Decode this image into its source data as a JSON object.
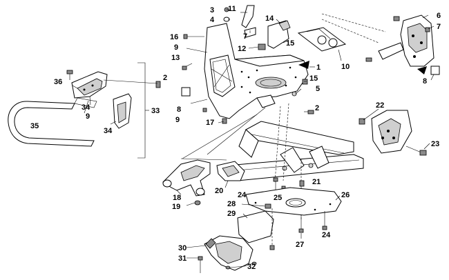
{
  "callouts": {
    "c1": "1",
    "c2a": "2",
    "c2b": "2",
    "c3": "3",
    "c4": "4",
    "c5": "5",
    "c6": "6",
    "c7a": "7",
    "c7b": "7",
    "c8a": "8",
    "c8b": "8",
    "c9a": "9",
    "c9b": "9",
    "c9c": "9",
    "c10": "10",
    "c11": "11",
    "c12": "12",
    "c13": "13",
    "c14": "14",
    "c15a": "15",
    "c15b": "15",
    "c16": "16",
    "c17": "17",
    "c18": "18",
    "c19": "19",
    "c20": "20",
    "c21": "21",
    "c22": "22",
    "c23": "23",
    "c24a": "24",
    "c24b": "24",
    "c25": "25",
    "c26": "26",
    "c27": "27",
    "c28": "28",
    "c29": "29",
    "c30": "30",
    "c31": "31",
    "c32": "32",
    "c33": "33",
    "c34a": "34",
    "c34b": "34",
    "c35": "35",
    "c36": "36"
  }
}
